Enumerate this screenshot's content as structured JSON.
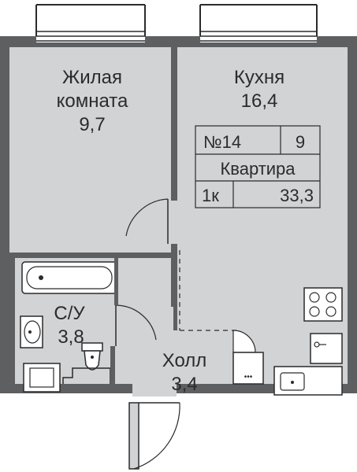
{
  "rooms": {
    "living": {
      "name_line1": "Жилая",
      "name_line2": "комната",
      "area": "9,7"
    },
    "kitchen": {
      "name": "Кухня",
      "area": "16,4"
    },
    "bathroom": {
      "name": "С/У",
      "area": "3,8"
    },
    "hall": {
      "name": "Холл",
      "area": "3,4"
    }
  },
  "info_box": {
    "number": "№14",
    "floor": "9",
    "label": "Квартира",
    "type": "1к",
    "total_area": "33,3"
  },
  "colors": {
    "floor": "#d1d3d4",
    "wall": "#5d5f61",
    "line": "#2b2b2b",
    "background": "#ffffff"
  }
}
